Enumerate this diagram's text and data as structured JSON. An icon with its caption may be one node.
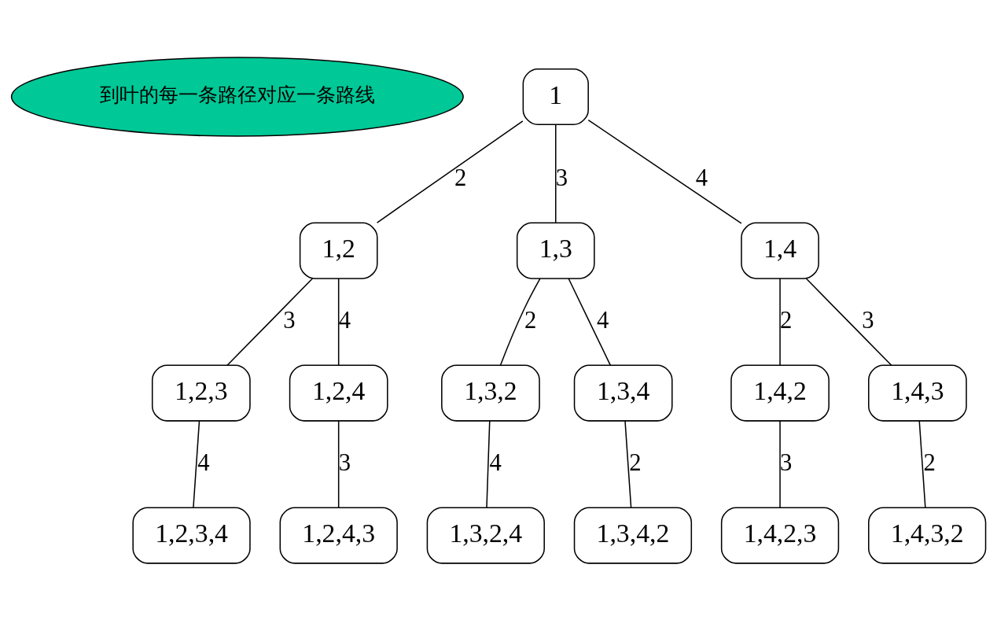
{
  "diagram": {
    "nodes": [
      {
        "text": [
          "到叶的每一条路径对应一条路线"
        ]
      },
      {
        "text": [
          "1"
        ]
      },
      {
        "text": [
          "1,2"
        ]
      },
      {
        "text": [
          "1,3"
        ]
      },
      {
        "text": [
          "1,4"
        ]
      },
      {
        "text": [
          "1,2,3"
        ]
      },
      {
        "text": [
          "1,2,4"
        ]
      },
      {
        "text": [
          "1,3,2"
        ]
      },
      {
        "text": [
          "1,3,4"
        ]
      },
      {
        "text": [
          "1,4,2"
        ]
      },
      {
        "text": [
          "1,4,3"
        ]
      },
      {
        "text": [
          "1,2,3,4"
        ]
      },
      {
        "text": [
          "1,2,4,3"
        ]
      },
      {
        "text": [
          "1,3,2,4"
        ]
      },
      {
        "text": [
          "1,3,4,2"
        ]
      },
      {
        "text": [
          "1,4,2,3"
        ]
      },
      {
        "text": [
          "1,4,3,2"
        ]
      }
    ],
    "edges": [
      {
        "from": 1,
        "to": 2,
        "arrow": "none",
        "label": "2"
      },
      {
        "from": 1,
        "to": 3,
        "arrow": "none",
        "label": "3"
      },
      {
        "from": 1,
        "to": 4,
        "arrow": "none",
        "label": "4"
      },
      {
        "from": 2,
        "to": 5,
        "arrow": "none",
        "label": "3"
      },
      {
        "from": 2,
        "to": 6,
        "arrow": "none",
        "label": "4"
      },
      {
        "from": 3,
        "to": 7,
        "arrow": "none",
        "label": "2"
      },
      {
        "from": 3,
        "to": 8,
        "arrow": "none",
        "label": "4"
      },
      {
        "from": 4,
        "to": 9,
        "arrow": "none",
        "label": "2"
      },
      {
        "from": 4,
        "to": 10,
        "arrow": "none",
        "label": "3"
      },
      {
        "from": 5,
        "to": 11,
        "arrow": "none",
        "label": "4"
      },
      {
        "from": 6,
        "to": 12,
        "arrow": "none",
        "label": "3"
      },
      {
        "from": 7,
        "to": 13,
        "arrow": "none",
        "label": "4"
      },
      {
        "from": 8,
        "to": 14,
        "arrow": "none",
        "label": "2"
      },
      {
        "from": 9,
        "to": 15,
        "arrow": "none",
        "label": "3"
      },
      {
        "from": 10,
        "to": 16,
        "arrow": "none",
        "label": "2"
      }
    ]
  }
}
